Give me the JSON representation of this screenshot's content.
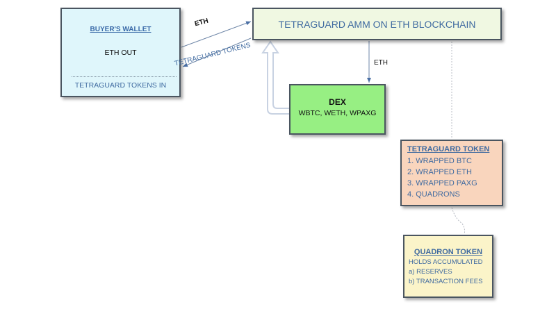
{
  "diagram": {
    "buyers_wallet": {
      "title": "BUYER'S WALLET",
      "eth_out": "ETH OUT",
      "tokens_in": "TETRAGUARD TOKENS IN",
      "fill_color": "#dff6fb"
    },
    "amm": {
      "title": "TETRAGUARD AMM ON ETH BLOCKCHAIN",
      "fill_color": "#f0f8e2"
    },
    "dex": {
      "title": "DEX",
      "assets": "WBTC, WETH, WPAXG",
      "fill_color": "#97ef83"
    },
    "tetraguard_token": {
      "title": "TETRAGUARD TOKEN",
      "items": [
        "1. WRAPPED BTC",
        "2. WRAPPED ETH",
        "3. WRAPPED PAXG",
        "4. QUADRONS"
      ],
      "fill_color": "#f9d5bd"
    },
    "quadron_token": {
      "title": "QUADRON TOKEN",
      "items": [
        "HOLDS ACCUMULATED",
        "a) RESERVES",
        "b) TRANSACTION FEES"
      ],
      "fill_color": "#fbf4c9"
    },
    "edges": {
      "wallet_to_amm": "ETH",
      "amm_to_wallet": "TETRAGUARD TOKENS",
      "amm_to_dex": "ETH"
    },
    "text_color": "#3f6aa0"
  }
}
